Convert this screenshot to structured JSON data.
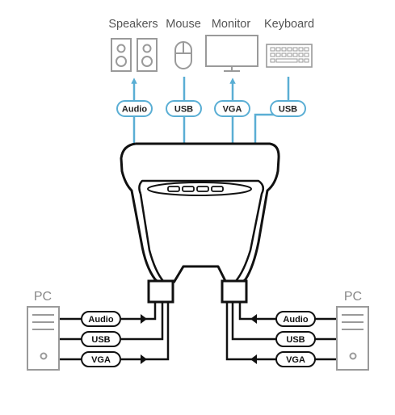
{
  "devices": {
    "speakers": "Speakers",
    "mouse": "Mouse",
    "monitor": "Monitor",
    "keyboard": "Keyboard"
  },
  "top_ports": [
    "Audio",
    "USB",
    "VGA",
    "USB"
  ],
  "pcs": {
    "left": {
      "label": "PC",
      "cables": [
        "Audio",
        "USB",
        "VGA"
      ]
    },
    "right": {
      "label": "PC",
      "cables": [
        "Audio",
        "USB",
        "VGA"
      ]
    }
  },
  "colors": {
    "device_gray": "#9a9a9a",
    "cable_blue": "#5aaed4",
    "cable_black": "#111111",
    "switch_outline": "#111111"
  }
}
